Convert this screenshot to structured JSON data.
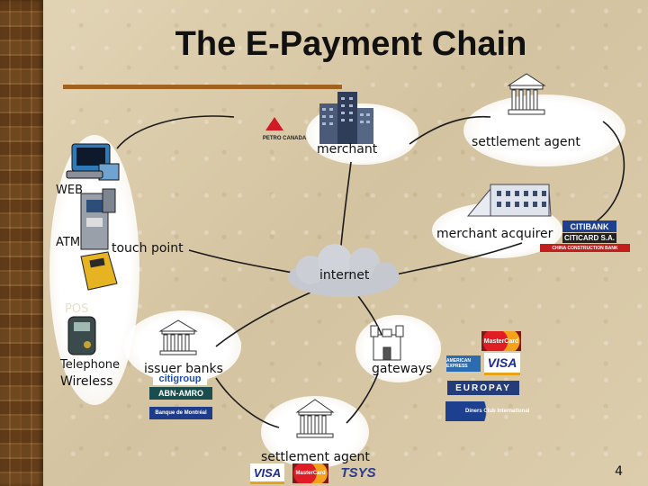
{
  "title": "The E-Payment Chain",
  "nodes": {
    "merchant": "merchant",
    "settlement_agent_top": "settlement agent",
    "merchant_acquirer": "merchant acquirer",
    "touch_point": "touch point",
    "internet": "internet",
    "issuer_banks": "issuer banks",
    "gateways": "gateways",
    "settlement_agent_bottom": "settlement agent"
  },
  "touch_points": {
    "web": "WEB",
    "atm": "ATM",
    "pos": "POS",
    "telephone": "Telephone",
    "wireless": "Wireless"
  },
  "logos": {
    "petro_canada": "PETRO CANADA",
    "citibank": "CITIBANK",
    "citicard": "CITICARD S.A.",
    "chinese_bank": "CHINA CONSTRUCTION BANK",
    "citigroup": "citigroup",
    "abn_amro": "ABN-AMRO",
    "banque": "Banque de Montréal",
    "mastercard": "MasterCard",
    "amex": "AMERICAN EXPRESS",
    "visa": "VISA",
    "europay": "EUROPAY",
    "diners": "Diners Club International",
    "tsys": "TSYS"
  },
  "slide_number": "4",
  "colors": {
    "background": "#d8c9a8",
    "accent_bar": "#a0621f",
    "connector": "#1a1a1a"
  }
}
